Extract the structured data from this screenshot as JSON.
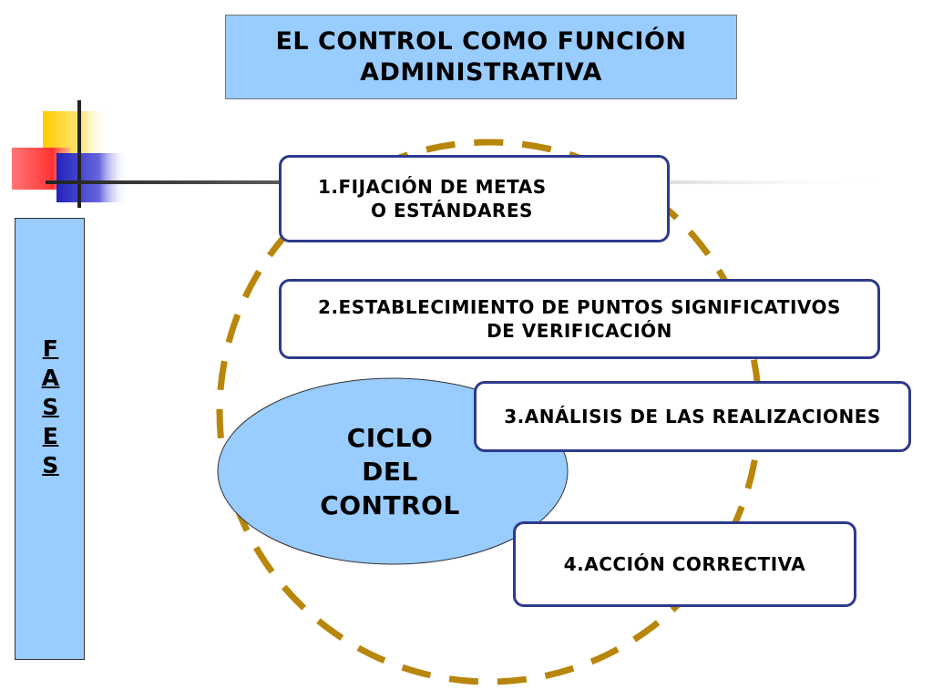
{
  "title": {
    "line1": "El control como función",
    "line2": "administrativa"
  },
  "side_bar": {
    "letters": [
      "F",
      "A",
      "S",
      "E",
      "S"
    ]
  },
  "steps": [
    {
      "line1": "1.Fijación de metas",
      "line2": "o estándares"
    },
    {
      "line1": "2.Establecimiento de puntos significativos",
      "line2": "de verificación"
    },
    {
      "line1": "3.Análisis de las realizaciones"
    },
    {
      "line1": "4.Acción correctiva"
    }
  ],
  "cycle": {
    "line1": "Ciclo",
    "line2": "del",
    "line3": "control"
  },
  "colors": {
    "box_fill": "#99ccff",
    "step_border": "#2e3a8c",
    "dashed_circle": "#b8860b",
    "deco_yellow": "#ffcc00",
    "deco_red": "#ff3333",
    "deco_blue": "#3333cc"
  }
}
